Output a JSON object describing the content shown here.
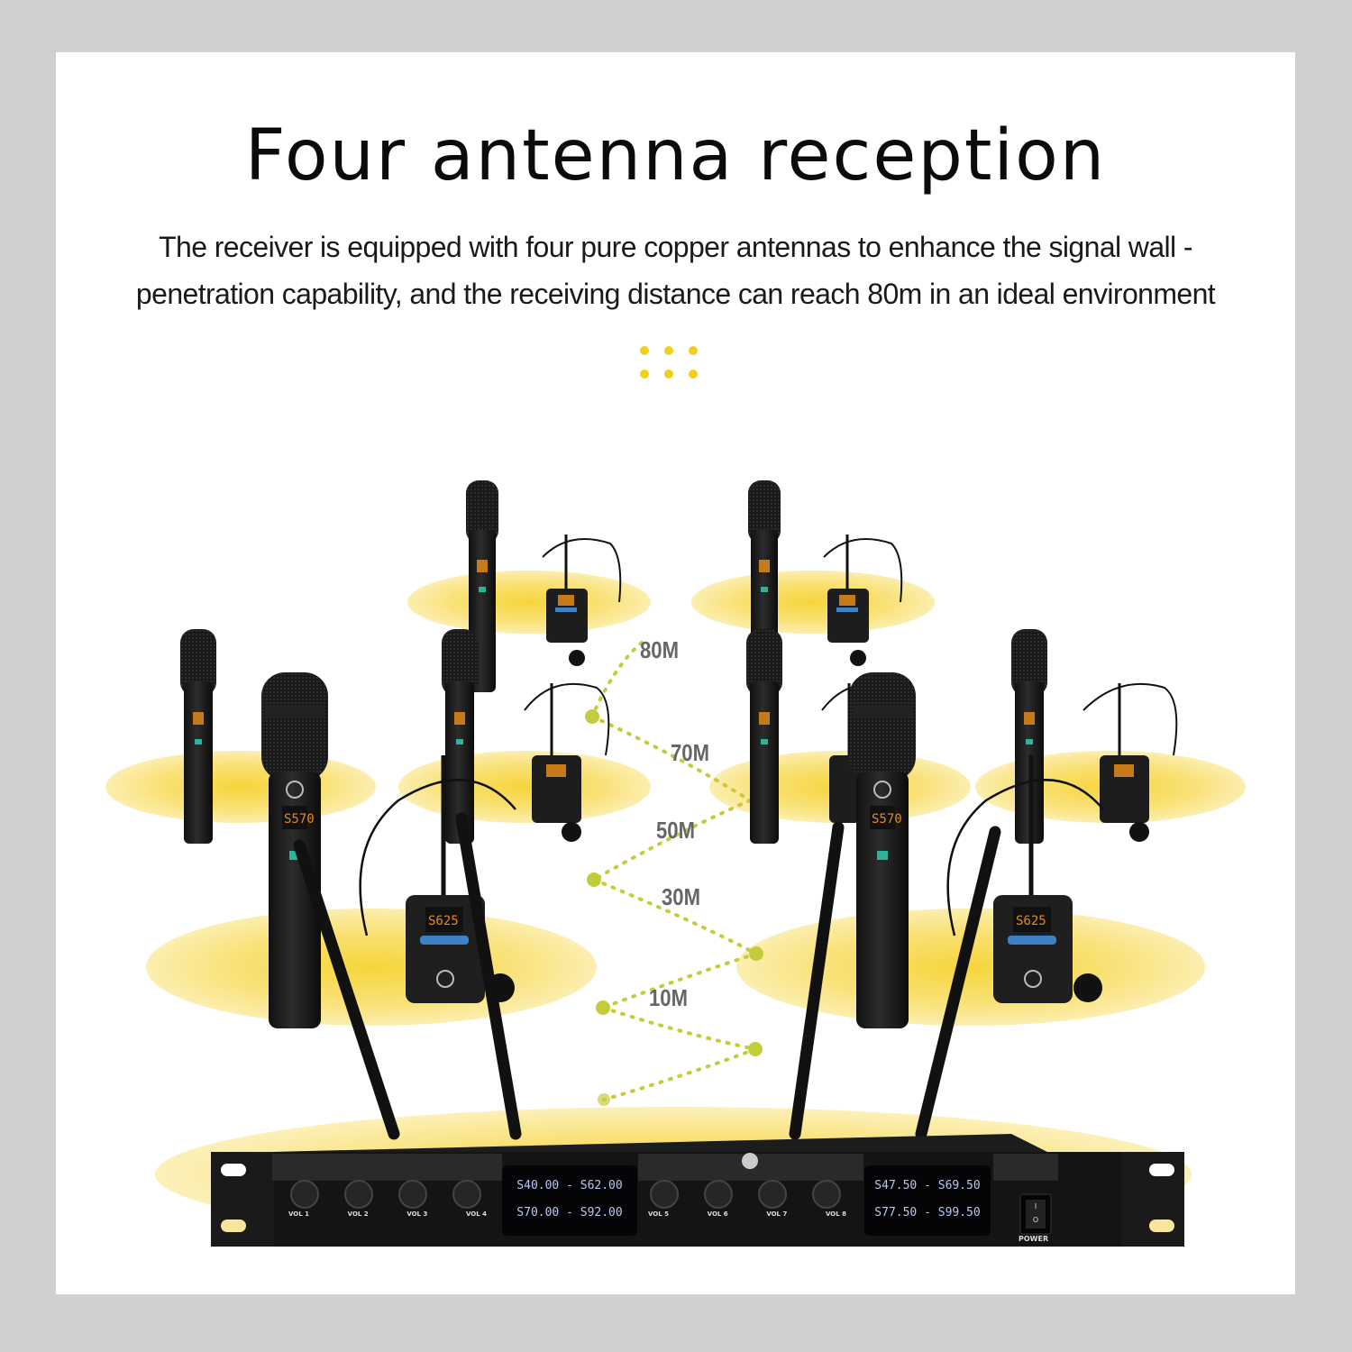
{
  "page": {
    "background": "#cfcfcf",
    "card_background": "#ffffff",
    "accent_yellow": "#f2cf1e",
    "path_green": "#c5cc3c"
  },
  "header": {
    "title": "Four antenna reception",
    "subtitle_line1": "The receiver is equipped with four pure copper antennas to enhance the signal wall -",
    "subtitle_line2": "penetration capability, and the receiving distance can reach 80m in an ideal environment"
  },
  "decoration": {
    "dots_icon": "six-yellow-dots"
  },
  "distance_markers": [
    {
      "label": "80M"
    },
    {
      "label": "70M"
    },
    {
      "label": "50M"
    },
    {
      "label": "30M"
    },
    {
      "label": "10M"
    }
  ],
  "transmitters": {
    "handheld_display": "S570",
    "bodypack_display": "S625"
  },
  "receiver": {
    "volume_knobs": [
      {
        "label": "VOL 1"
      },
      {
        "label": "VOL 2"
      },
      {
        "label": "VOL 3"
      },
      {
        "label": "VOL 4"
      },
      {
        "label": "VOL 5"
      },
      {
        "label": "VOL 6"
      },
      {
        "label": "VOL 7"
      },
      {
        "label": "VOL 8"
      }
    ],
    "display_left": {
      "row1": "S40.00 - S62.00",
      "row2": "S70.00 - S92.00"
    },
    "display_right": {
      "row1": "S47.50 - S69.50",
      "row2": "S77.50 - S99.50"
    },
    "power_label": "POWER",
    "power_switch_on": "I",
    "power_switch_off": "O"
  }
}
